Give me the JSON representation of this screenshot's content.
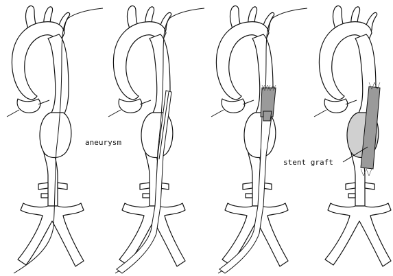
{
  "panels": [
    {
      "id": "panel-1",
      "label": "aneurysm"
    },
    {
      "id": "panel-2",
      "label": ""
    },
    {
      "id": "panel-3",
      "label": ""
    },
    {
      "id": "panel-4",
      "label": "stent graft"
    }
  ],
  "colors": {
    "outline": "#111111",
    "vessel_fill": "#ffffff",
    "aneurysm_sac_fill": "#d0d0d0",
    "stent_graft_fill": "#9a9a9a"
  }
}
